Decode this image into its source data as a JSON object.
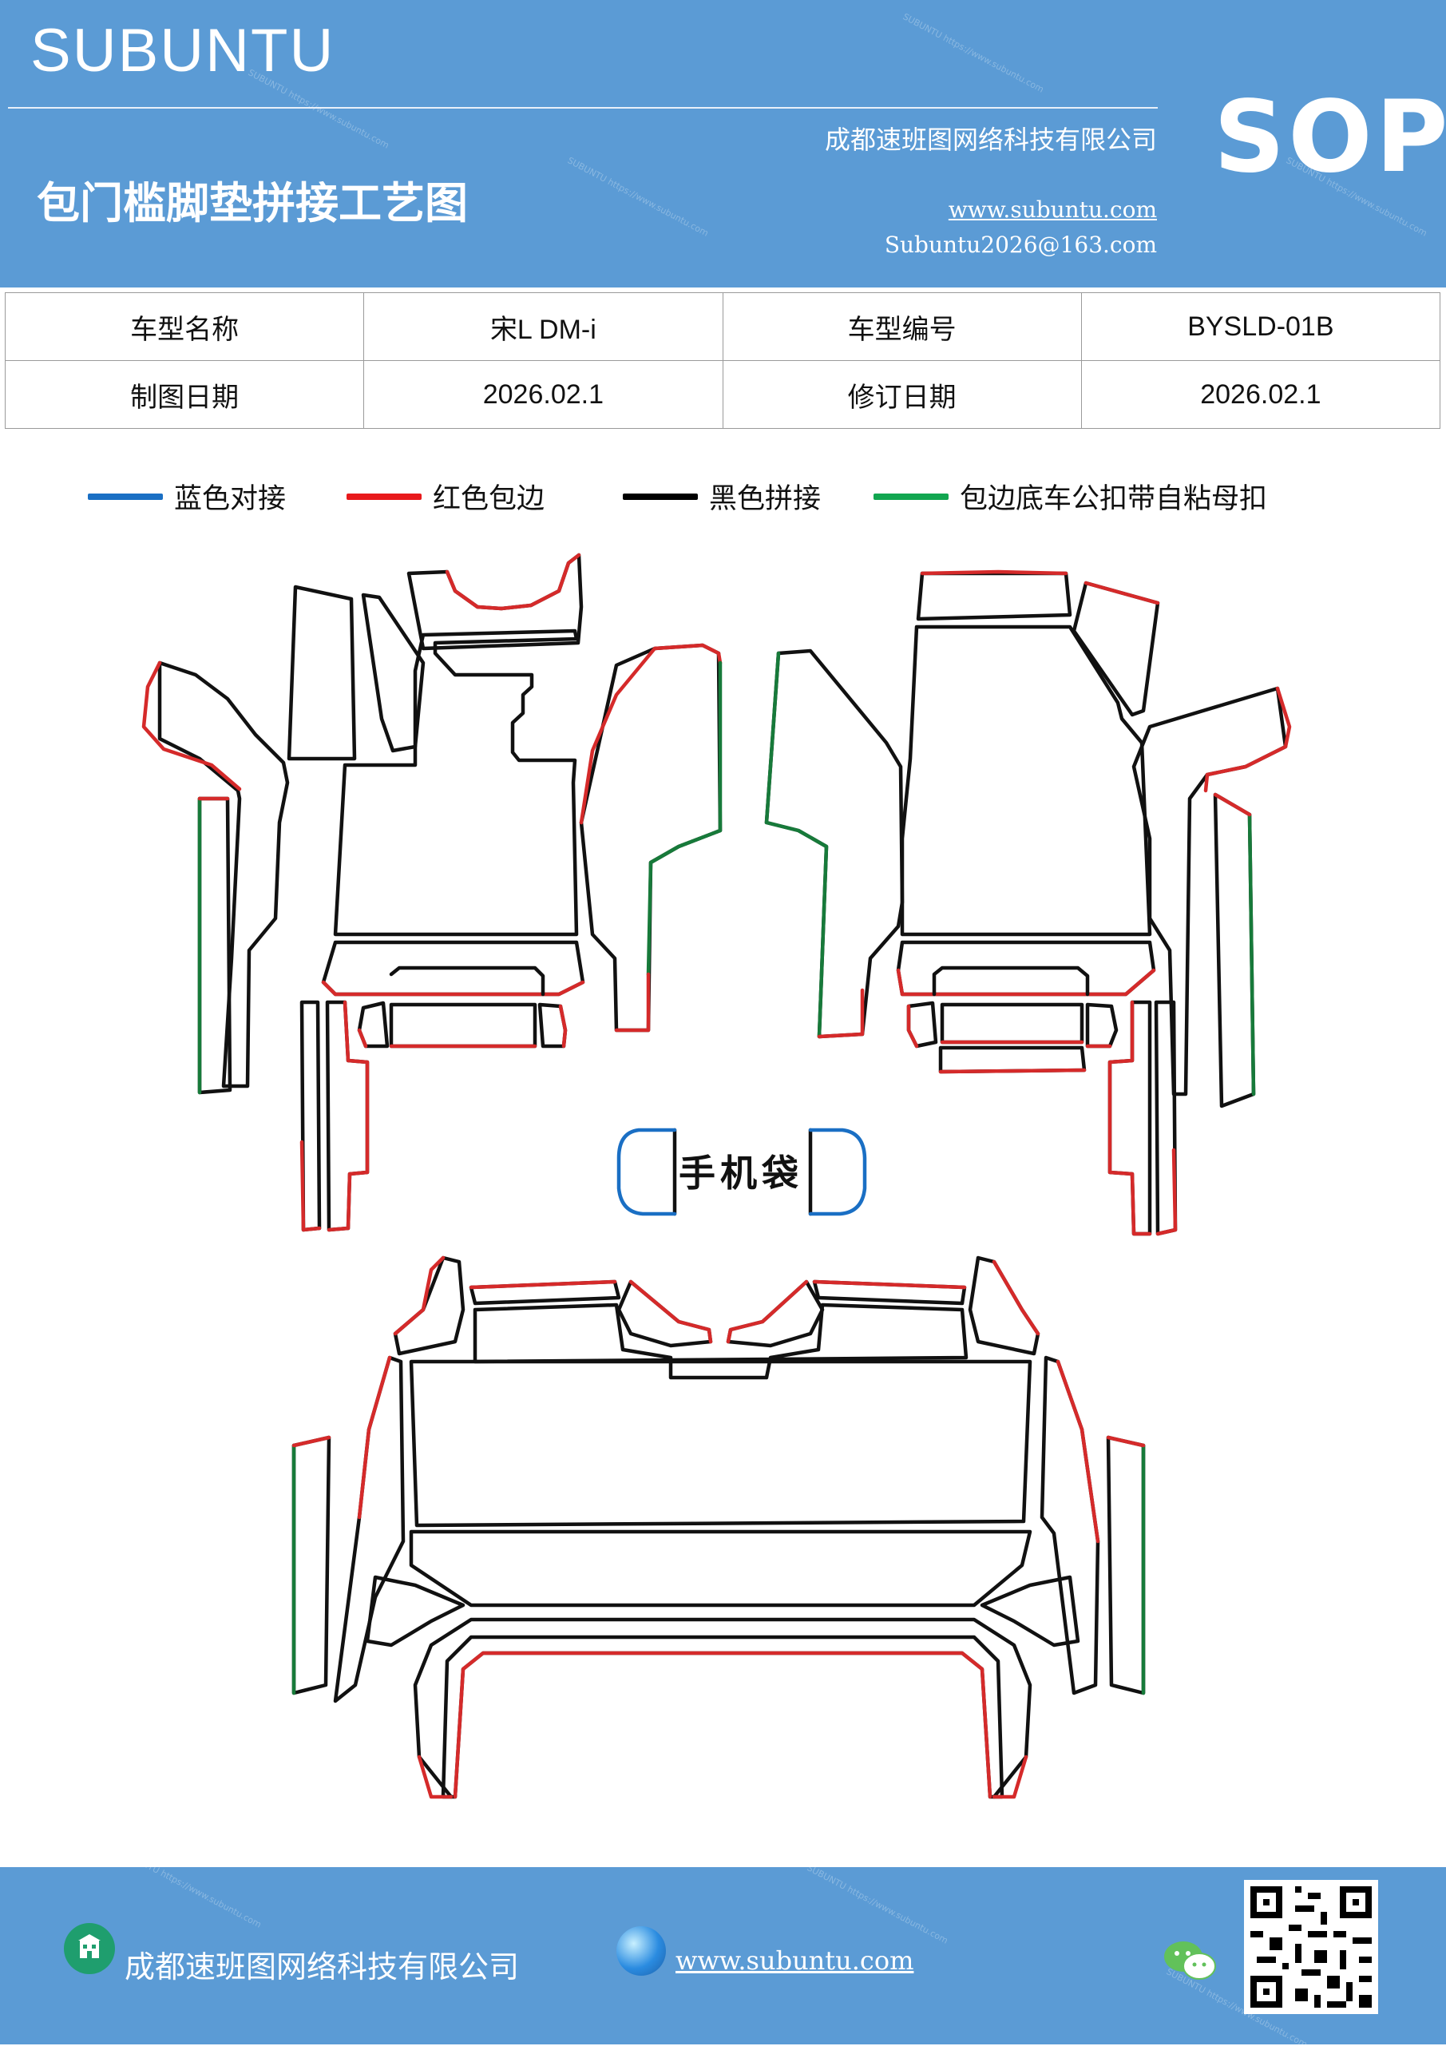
{
  "header": {
    "brand": "SUBUNTU",
    "title": "包门槛脚垫拼接工艺图",
    "company": "成都速班图网络科技有限公司",
    "website": "www.subuntu.com",
    "email": "Subuntu2026@163.com",
    "badge": "SOP"
  },
  "info_table": {
    "model_name_label": "车型名称",
    "model_name_value": "宋L DM-i",
    "model_code_label": "车型编号",
    "model_code_value": "BYSLD-01B",
    "draw_date_label": "制图日期",
    "draw_date_value": "2026.02.1",
    "revise_date_label": "修订日期",
    "revise_date_value": "2026.02.1"
  },
  "legend": {
    "items": [
      {
        "label": "蓝色对接",
        "color": "#1a6fc4"
      },
      {
        "label": "红色包边",
        "color": "#e8191c"
      },
      {
        "label": "黑色拼接",
        "color": "#000000"
      },
      {
        "label": "包边底车公扣带自粘母扣",
        "color": "#12a650"
      }
    ]
  },
  "colors": {
    "blue": "#1a6fc4",
    "red": "#d52a2a",
    "black": "#111111",
    "green": "#177a3a",
    "header_bg": "#5b9bd5"
  },
  "drawing": {
    "center_label": "手机袋"
  },
  "footer": {
    "company": "成都速班图网络科技有限公司",
    "website": "www.subuntu.com"
  }
}
